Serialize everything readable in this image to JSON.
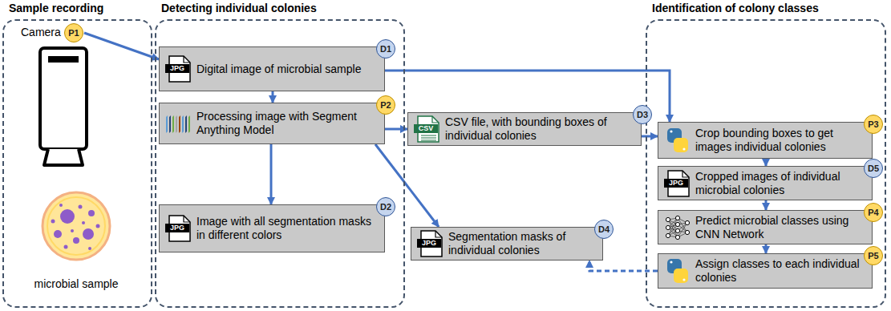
{
  "diagram": {
    "nodes": [
      {
        "text": [
          "Sample recording"
        ]
      },
      {
        "text": [
          "P1"
        ],
        "in": 0
      },
      {
        "text": [
          "Detecting individual colonies"
        ]
      },
      {
        "text": [
          "Digital image of microbial sample"
        ],
        "in": 2
      },
      {
        "text": [
          "D1"
        ],
        "in": 3
      },
      {
        "text": [
          "Processing image with Segment Anything Model"
        ],
        "in": 2
      },
      {
        "text": [
          "P2"
        ],
        "in": 5
      },
      {
        "text": [
          "Image with all segmentation masks in different colors"
        ],
        "in": 2
      },
      {
        "text": [
          "D2"
        ],
        "in": 7
      },
      {
        "text": [
          "CSV file, with bounding boxes of individual colonies"
        ]
      },
      {
        "text": [
          "D3"
        ],
        "in": 9
      },
      {
        "text": [
          "Segmentation masks of individual colonies"
        ]
      },
      {
        "text": [
          "D4"
        ],
        "in": 11
      },
      {
        "text": [
          "Identification of colony classes"
        ]
      },
      {
        "text": [
          "Crop bounding boxes to get images individual colonies"
        ],
        "in": 13
      },
      {
        "text": [
          "P3"
        ],
        "in": 14
      },
      {
        "text": [
          "Cropped images of individual microbial colonies"
        ],
        "in": 13
      },
      {
        "text": [
          "D5"
        ],
        "in": 16
      },
      {
        "text": [
          "Predict microbial classes using CNN Network"
        ],
        "in": 13
      },
      {
        "text": [
          "P4"
        ],
        "in": 18
      },
      {
        "text": [
          "Assign classes to each individual colonies"
        ],
        "in": 13
      },
      {
        "text": [
          "P5"
        ],
        "in": 20
      }
    ],
    "edges": [
      {
        "from": 1,
        "to": 3,
        "arrow": "to"
      },
      {
        "from": 3,
        "to": 5,
        "arrow": "to"
      },
      {
        "from": 3,
        "to": 14,
        "arrow": "to"
      },
      {
        "from": 5,
        "to": 7,
        "arrow": "to"
      },
      {
        "from": 5,
        "to": 9,
        "arrow": "to"
      },
      {
        "from": 5,
        "to": 11,
        "arrow": "to"
      },
      {
        "from": 9,
        "to": 14,
        "arrow": "to"
      },
      {
        "from": 14,
        "to": 16,
        "arrow": "to"
      },
      {
        "from": 16,
        "to": 18,
        "arrow": "to"
      },
      {
        "from": 18,
        "to": 20,
        "arrow": "to"
      },
      {
        "from": 20,
        "to": 11,
        "arrow": "to"
      }
    ],
    "labels": [
      "Camera",
      "microbial sample",
      "JPG",
      "JPG",
      "CSV",
      "JPG",
      "JPG"
    ]
  }
}
